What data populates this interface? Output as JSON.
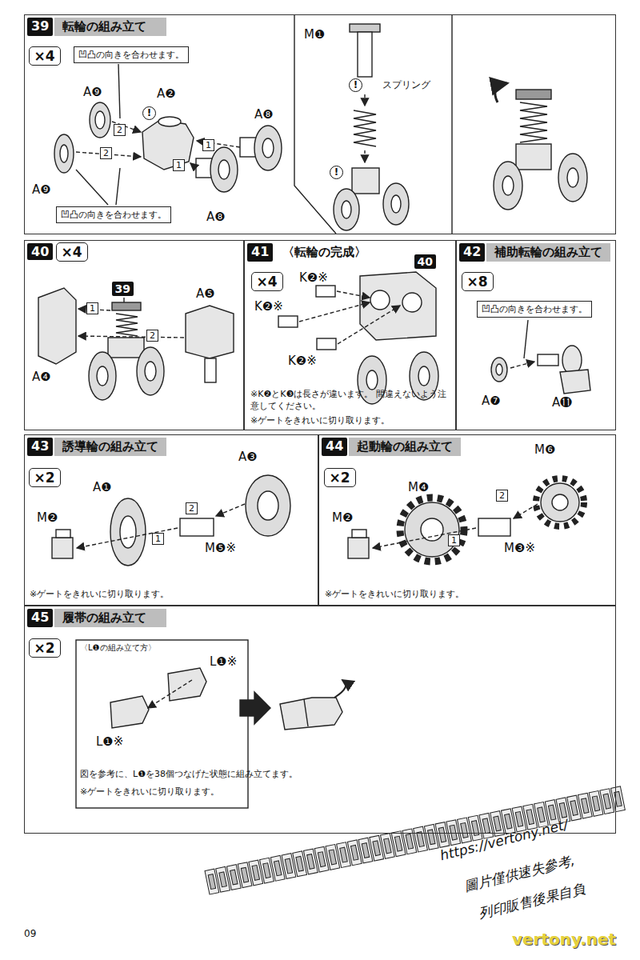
{
  "diagram": {
    "nodes": [
      {
        "text": [
          "39",
          "転輪の組み立て"
        ]
      },
      {
        "text": [
          "×4"
        ],
        "in": 0
      },
      {
        "text": [
          "凹凸の向きを合わせます。"
        ],
        "in": 0
      },
      {
        "text": [
          "凹凸の向きを合わせます。"
        ],
        "in": 0
      },
      {
        "text": [
          "40"
        ]
      },
      {
        "text": [
          "×4"
        ],
        "in": 4
      },
      {
        "text": [
          "39"
        ],
        "in": 4
      },
      {
        "text": [
          "41",
          "〈転輪の完成〉"
        ]
      },
      {
        "text": [
          "×4"
        ],
        "in": 7
      },
      {
        "text": [
          "40"
        ],
        "in": 7
      },
      {
        "text": [
          "42",
          "補助転輪の組み立て"
        ]
      },
      {
        "text": [
          "×8"
        ],
        "in": 10
      },
      {
        "text": [
          "凹凸の向きを合わせます。"
        ],
        "in": 10
      },
      {
        "text": [
          "43",
          "誘導輪の組み立て"
        ]
      },
      {
        "text": [
          "×2"
        ],
        "in": 13
      },
      {
        "text": [
          "44",
          "起動輪の組み立て"
        ]
      },
      {
        "text": [
          "×2"
        ],
        "in": 15
      },
      {
        "text": [
          "45",
          "履帯の組み立て"
        ]
      },
      {
        "text": [
          "×2"
        ],
        "in": 17
      }
    ],
    "labels": [
      "A❾",
      "A❷",
      "A❽",
      "A❾",
      "A❽",
      "1",
      "1",
      "2",
      "2",
      "!",
      "M❶",
      "!",
      "スプリング",
      "!",
      "A❹",
      "A❺",
      "1",
      "2",
      "K❷※",
      "K❷※",
      "K❷※",
      "※K❷とK❸は長さが違います。 間違えないよう注意してください。",
      "※ゲートをきれいに切り取ります。",
      "A❼",
      "A⓫",
      "A❶",
      "A❸",
      "M❷",
      "M❺※",
      "2",
      "1",
      "※ゲートをきれいに切り取ります。",
      "M❻",
      "M❹",
      "M❷",
      "M❸※",
      "2",
      "1",
      "※ゲートをきれいに切り取ります。",
      "〈L❶の組み立て方〉",
      "L❶※",
      "L❶※",
      "図を参考に、L❶を38個つなげた状態に組み立てます。",
      "※ゲートをきれいに切り取ります。",
      "09",
      "https://vertony.net/",
      "圖片僅供速失參考,",
      "列印販售後果自負",
      "vertony.net"
    ]
  }
}
